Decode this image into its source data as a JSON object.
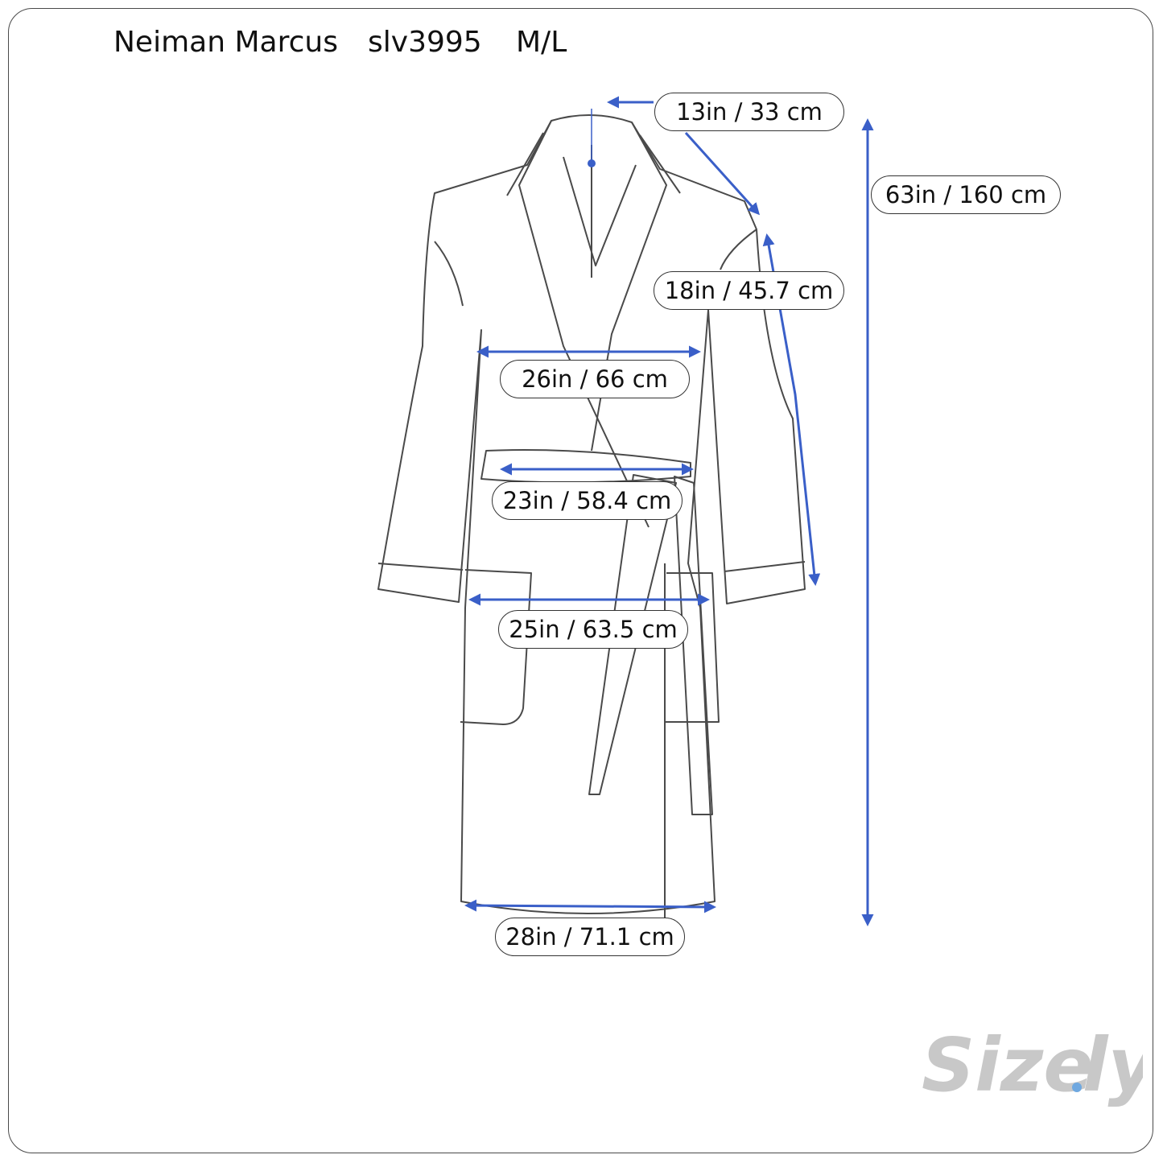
{
  "header": {
    "brand": "Neiman Marcus",
    "sku": "slv3995",
    "size": "M/L"
  },
  "measurements": {
    "collar": "13in / 33 cm",
    "sleeve": "18in / 45.7 cm",
    "length": "63in / 160 cm",
    "chest": "26in / 66 cm",
    "waist": "23in / 58.4 cm",
    "hips": "25in / 63.5 cm",
    "hem": "28in / 71.1 cm"
  },
  "logo": {
    "text": "Size.ly"
  },
  "colors": {
    "measure_line": "#3a5fc8",
    "outline": "#4a4a4a",
    "logo": "#c8c8c8",
    "logo_dot": "#6fa8e0"
  }
}
